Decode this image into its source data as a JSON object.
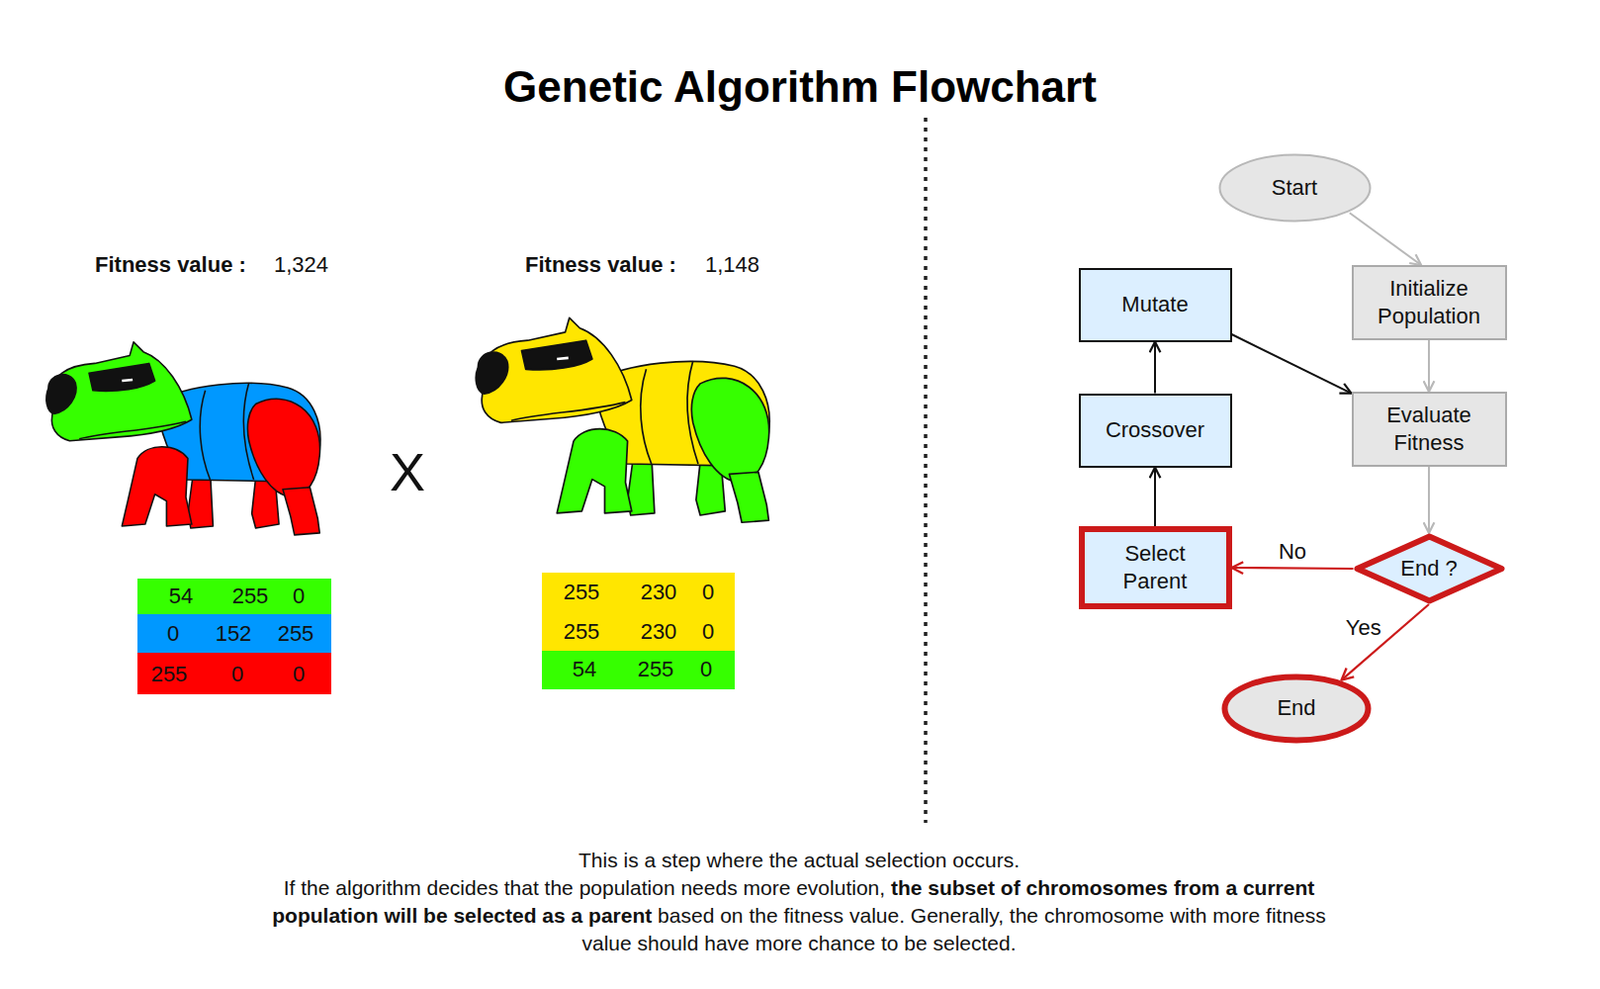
{
  "diagram": {
    "title": "Genetic Algorithm Flowchart",
    "caption": "This is a step where the actual selection occurs. If the algorithm decides that the population needs more evolution, the subset of chromosomes from a current population will be selected as a parent based on the fitness value. Generally, the chromosome with more fitness value should have more chance to be selected.",
    "nodes": [
      {
        "text": [
          "Start"
        ]
      },
      {
        "text": [
          "Initialize Population"
        ]
      },
      {
        "text": [
          "Evaluate Fitness"
        ]
      },
      {
        "text": [
          "End ?"
        ]
      },
      {
        "text": [
          "Select Parent"
        ]
      },
      {
        "text": [
          "Crossover"
        ]
      },
      {
        "text": [
          "Mutate"
        ]
      },
      {
        "text": [
          "End"
        ]
      }
    ],
    "edges": [
      {
        "from": 0,
        "to": 1,
        "arrow": "to"
      },
      {
        "from": 1,
        "to": 2,
        "arrow": "to"
      },
      {
        "from": 2,
        "to": 3,
        "arrow": "to"
      },
      {
        "from": 3,
        "to": 4,
        "label": "No",
        "arrow": "to"
      },
      {
        "from": 3,
        "to": 7,
        "label": "Yes",
        "arrow": "to"
      },
      {
        "from": 4,
        "to": 5,
        "arrow": "to"
      },
      {
        "from": 5,
        "to": 6,
        "arrow": "to"
      },
      {
        "from": 6,
        "to": 2,
        "arrow": "to"
      }
    ],
    "labels": [
      "Fitness value :",
      "1,324",
      "Fitness value :",
      "1,148",
      "X",
      "54",
      "255",
      "0",
      "0",
      "152",
      "255",
      "255",
      "0",
      "0",
      "255",
      "230",
      "0",
      "255",
      "230",
      "0",
      "54",
      "255",
      "0"
    ]
  }
}
